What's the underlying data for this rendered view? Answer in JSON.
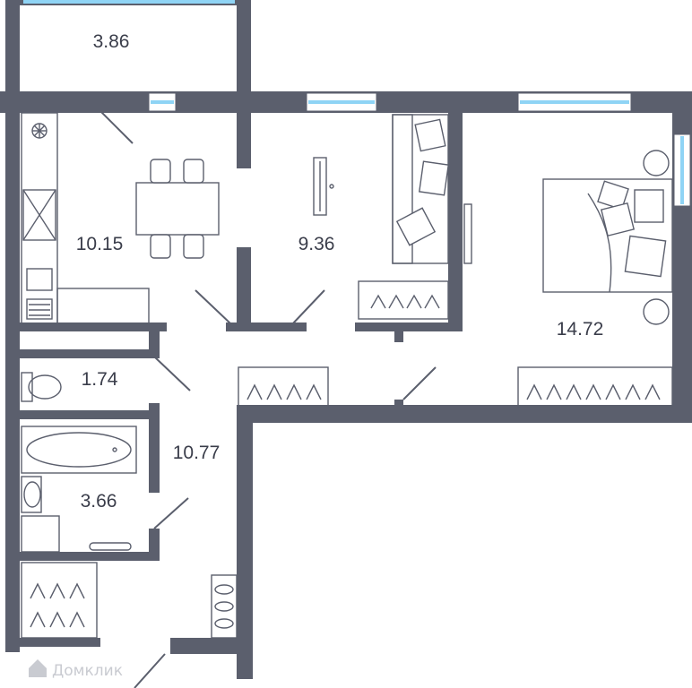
{
  "plan": {
    "rooms": [
      {
        "id": "balcony",
        "area": "3.86"
      },
      {
        "id": "kitchen",
        "area": "10.15"
      },
      {
        "id": "living-room",
        "area": "9.36"
      },
      {
        "id": "bedroom",
        "area": "14.72"
      },
      {
        "id": "toilet",
        "area": "1.74"
      },
      {
        "id": "bathroom",
        "area": "3.66"
      },
      {
        "id": "hallway",
        "area": "10.77"
      }
    ],
    "watermark": "Домклик",
    "colors": {
      "wall": "#5b5f6d",
      "window": "#8fd4f5",
      "text": "#3a3d4a",
      "watermark": "#c9cbd1"
    }
  }
}
